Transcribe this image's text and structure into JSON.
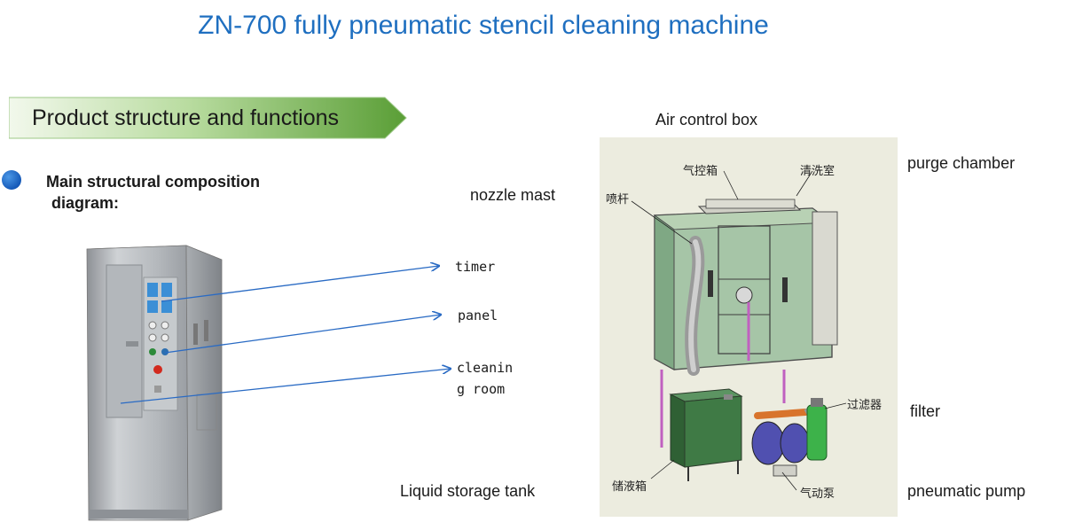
{
  "title": "ZN-700 fully pneumatic stencil cleaning machine",
  "section": {
    "banner": "Product structure and functions"
  },
  "composition": {
    "line1": "Main structural composition",
    "line2": "diagram:"
  },
  "machine_callouts": {
    "timer": "timer",
    "panel": "panel",
    "cleaning_room_l1": "cleanin",
    "cleaning_room_l2": "g room"
  },
  "english_labels": {
    "air_control_box": "Air control box",
    "nozzle_mast": "nozzle mast",
    "purge_chamber": "purge chamber",
    "filter": "filter",
    "liquid_storage_tank": "Liquid storage tank",
    "pneumatic_pump": "pneumatic pump"
  },
  "chinese_labels": {
    "air_control_box": "气控箱",
    "purge_chamber": "清洗室",
    "nozzle_mast": "喷杆",
    "filter": "过滤器",
    "liquid_storage_tank": "储液箱",
    "pneumatic_pump": "气动泵"
  },
  "colors": {
    "title": "#1f6fc0",
    "banner_green": "#5a9e36",
    "callout_arrow": "#2a6bc4",
    "chamber_glass": "#8fb894",
    "tank_green": "#3f7a45",
    "filter_green": "#3db24a",
    "pipe_purple": "#c060c0"
  }
}
